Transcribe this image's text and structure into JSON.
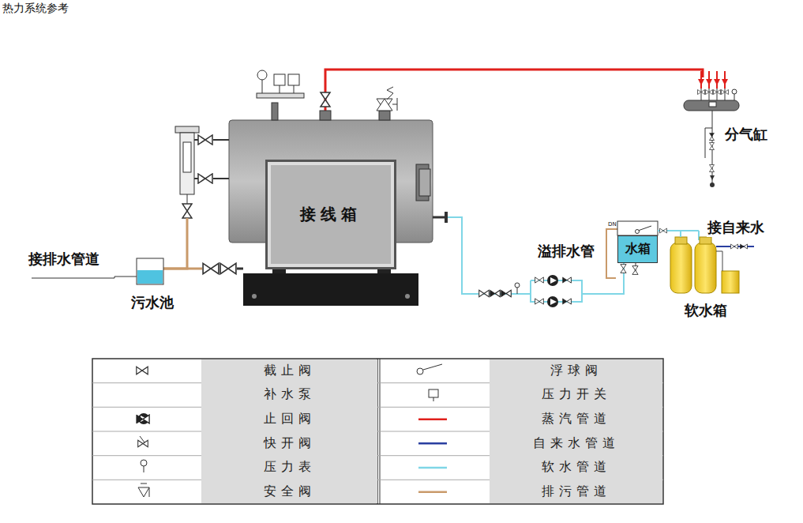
{
  "diagram": {
    "title": "热力系统参考",
    "nodes": [
      {
        "text": [
          "接线箱"
        ]
      },
      {
        "text": [
          "水箱"
        ]
      }
    ],
    "labels": [
      "分气缸",
      "接自来水",
      "溢排水管",
      "接排水管道",
      "污水池",
      "软水箱",
      "DN"
    ],
    "legend": [
      {
        "text": "截止阀"
      },
      {
        "text": "补水泵"
      },
      {
        "text": "止回阀"
      },
      {
        "text": "快开阀"
      },
      {
        "text": "压力表"
      },
      {
        "text": "安全阀"
      },
      {
        "text": "浮球阀"
      },
      {
        "text": "压力开关"
      },
      {
        "text": "蒸汽管道",
        "color": "#e0201c"
      },
      {
        "text": "自来水管道",
        "color": "#2a3fa0"
      },
      {
        "text": "软水管道",
        "color": "#7fd6e6"
      },
      {
        "text": "排污管道",
        "color": "#c99a6a"
      }
    ]
  }
}
